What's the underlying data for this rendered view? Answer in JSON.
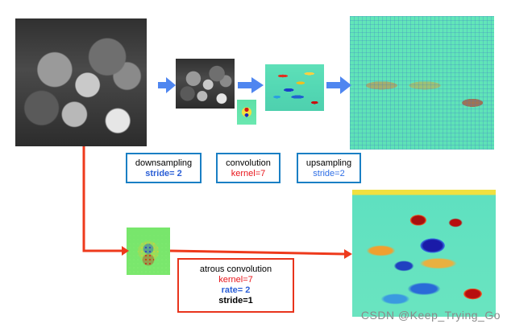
{
  "labels": {
    "downsampling": {
      "title": "downsampling",
      "param": "stride= 2"
    },
    "convolution": {
      "title": "convolution",
      "param": "kernel=7"
    },
    "upsampling": {
      "title": "upsampling",
      "param": "stride=2"
    },
    "atrous": {
      "title": "atrous convolution",
      "kernel": "kernel=7",
      "rate": "rate= 2",
      "stride": "stride=1"
    }
  },
  "watermark": "CSDN @Keep_Trying_Go",
  "colors": {
    "blue_arrow": "#4f86f0",
    "red_arrow": "#ee3a1c",
    "blue_border": "#1a7fc4",
    "red_border": "#e8341c",
    "red_text": "#e8141a",
    "blue_text": "#2e6ee6"
  }
}
